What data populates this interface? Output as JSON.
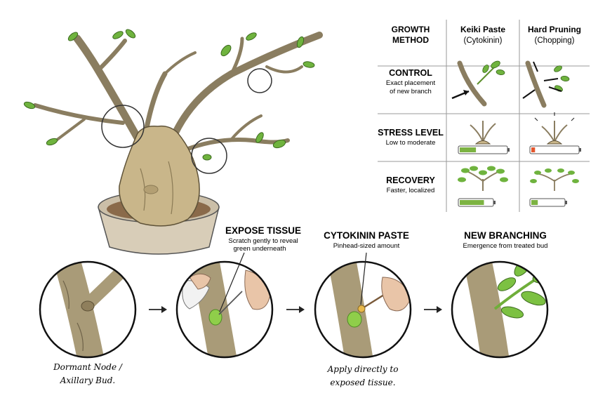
{
  "table": {
    "headers": [
      {
        "line1": "GROWTH",
        "line2": "METHOD"
      },
      {
        "line1": "Keiki Paste",
        "line2": "(Cytokinin)"
      },
      {
        "line1": "Hard Pruning",
        "line2": "(Chopping)"
      }
    ],
    "rows": [
      {
        "title": "CONTROL",
        "sub1": "Exact placement",
        "sub2": "of new branch"
      },
      {
        "title": "STRESS LEVEL",
        "sub1": "Low to moderate",
        "sub2": ""
      },
      {
        "title": "RECOVERY",
        "sub1": "Faster, localized",
        "sub2": ""
      }
    ],
    "stress_meter": {
      "keiki": 0.35,
      "pruning": 0.08
    },
    "recovery_meter": {
      "keiki": 0.75,
      "pruning": 0.2
    },
    "colors": {
      "good": "#7cb342",
      "bad": "#e4572e",
      "grid": "#9a9a9a"
    }
  },
  "steps": [
    {
      "title": "",
      "sub1": "",
      "sub2": "",
      "caption1": "Dormant Node /",
      "caption2": "Axillary Bud."
    },
    {
      "title": "EXPOSE TISSUE",
      "sub1": "Scratch gently to reveal",
      "sub2": "green underneath",
      "caption1": "",
      "caption2": ""
    },
    {
      "title": "CYTOKININ PASTE",
      "sub1": "Pinhead-sized amount",
      "sub2": "",
      "caption1": "Apply directly to",
      "caption2": "exposed tissue."
    },
    {
      "title": "NEW BRANCHING",
      "sub1": "Emergence from treated bud",
      "sub2": "",
      "caption1": "",
      "caption2": ""
    }
  ],
  "icons": {
    "arrow": "arrow-right-icon",
    "tree": "baobab-tree-illustration",
    "leaf": "leaf-icon"
  }
}
